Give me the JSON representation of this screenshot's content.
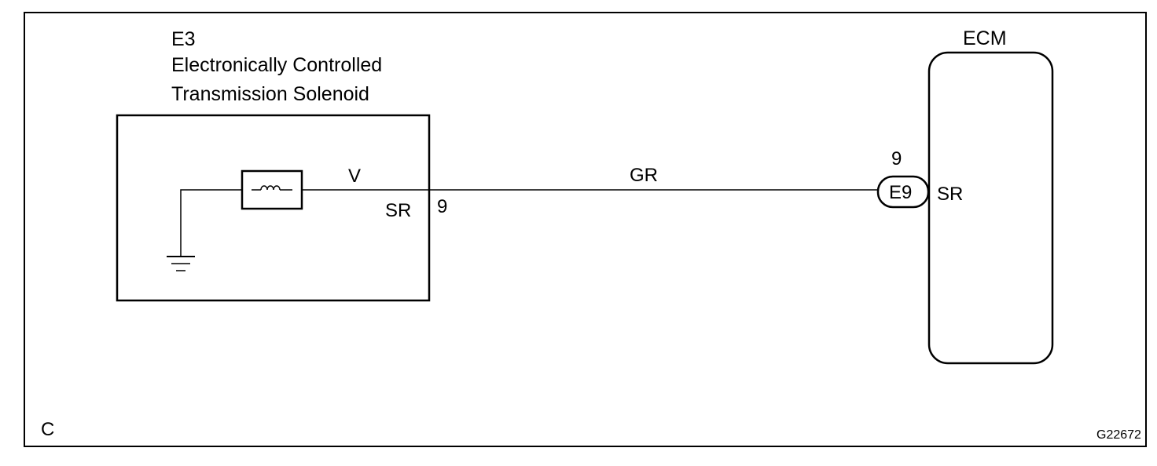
{
  "component": {
    "connector_code": "E3",
    "name_line1": "Electronically Controlled",
    "name_line2": "Transmission Solenoid",
    "pin_label": "SR",
    "pin_number": "9",
    "wire_color_internal": "V"
  },
  "harness": {
    "wire_color": "GR"
  },
  "ecm": {
    "title": "ECM",
    "connector_code": "E9",
    "pin_number": "9",
    "pin_label": "SR"
  },
  "corner_code": "C",
  "figure_id": "G22672",
  "colors": {
    "line": "#000000",
    "background": "#ffffff"
  }
}
